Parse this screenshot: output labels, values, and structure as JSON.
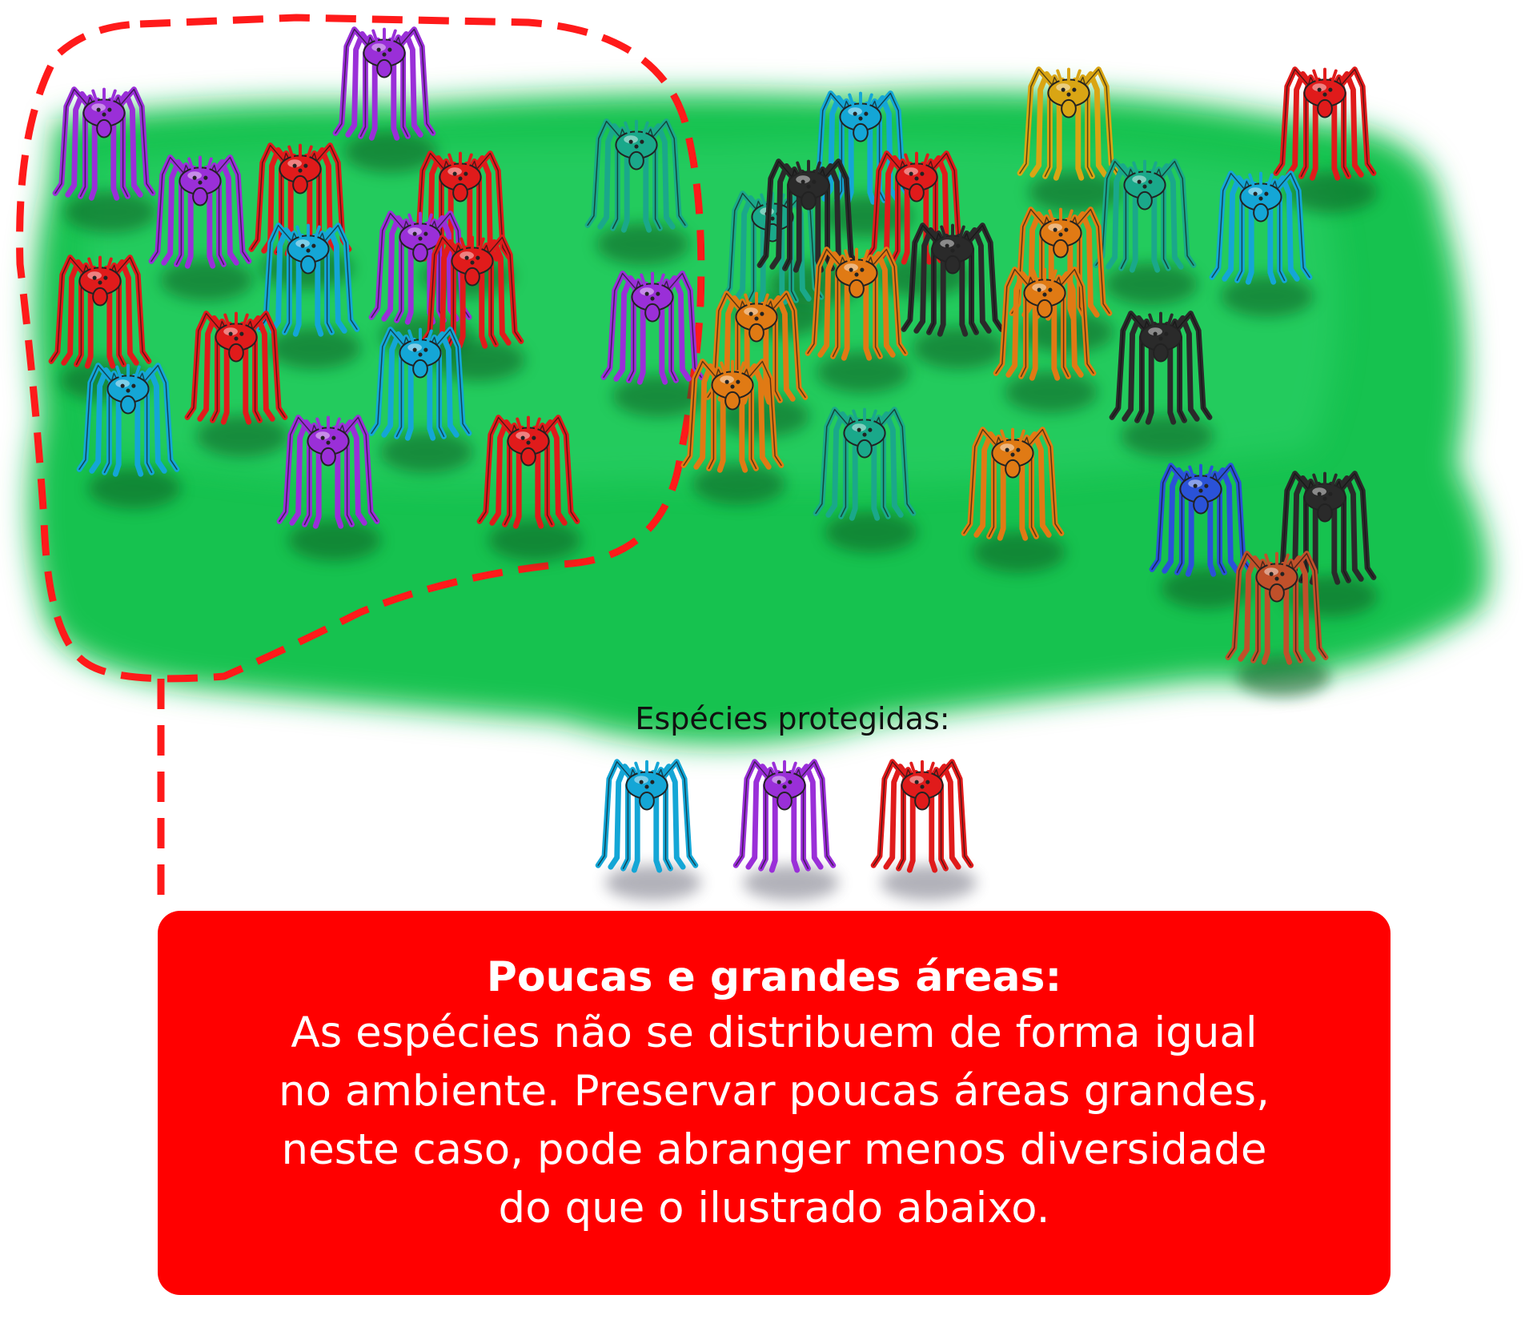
{
  "legend": {
    "label": "Espécies protegidas:",
    "species": [
      {
        "color": "#14a6d6",
        "name": "spider-blue"
      },
      {
        "color": "#9a2fd8",
        "name": "spider-purple"
      },
      {
        "color": "#e01b1b",
        "name": "spider-red"
      }
    ]
  },
  "caption": {
    "title": "Poucas e grandes áreas:",
    "lines": [
      "As espécies não se distribuem de forma igual",
      "no ambiente. Preservar poucas áreas grandes,",
      "neste caso, pode abranger menos diversidade",
      "do que o ilustrado abaixo."
    ]
  },
  "colors": {
    "habitat": "#19c24f",
    "highlight_border": "#ff1a1a",
    "caption_background": "#ff0000",
    "species": {
      "purple": "#9a2fd8",
      "red": "#e01b1b",
      "blue": "#14a6d6",
      "teal": "#1aa88a",
      "orange": "#e07a14",
      "gold": "#d9a514",
      "black": "#2a2a2a",
      "royal": "#2a52d8",
      "brown": "#c0502a"
    }
  }
}
